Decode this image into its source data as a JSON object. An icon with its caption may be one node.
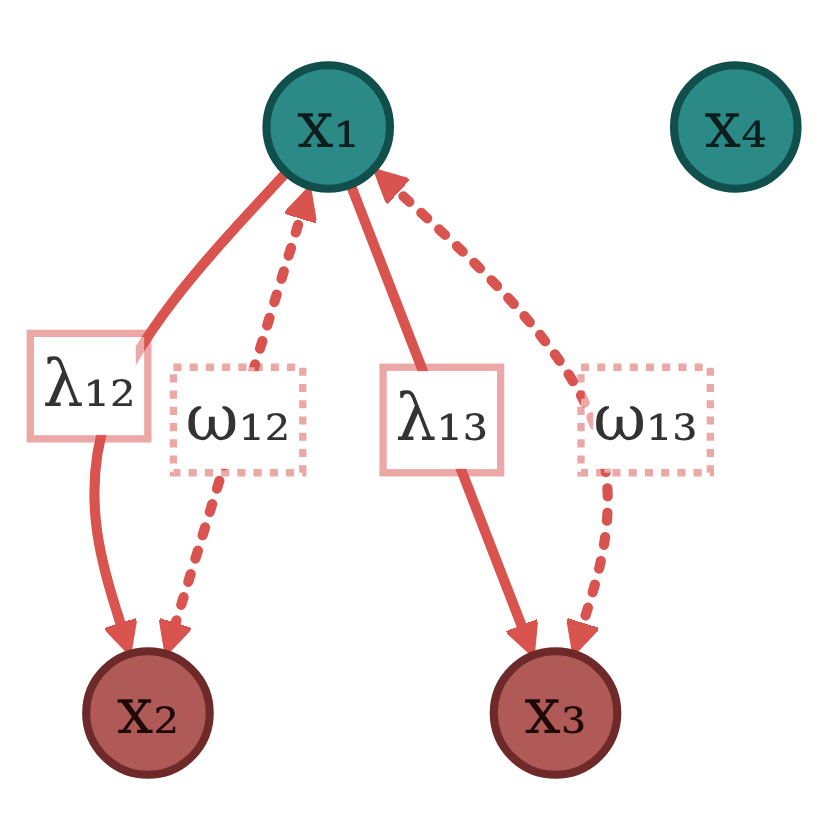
{
  "diagram": {
    "nodes": [
      {
        "text": [
          "x₁"
        ]
      },
      {
        "text": [
          "x₂"
        ]
      },
      {
        "text": [
          "x₃"
        ]
      },
      {
        "text": [
          "x₄"
        ]
      }
    ],
    "edges": [
      {
        "from": 0,
        "to": 1,
        "arrow": "to",
        "label": "λ₁₂"
      },
      {
        "from": 0,
        "to": 2,
        "arrow": "to",
        "label": "λ₁₃"
      },
      {
        "from": 0,
        "to": 1,
        "arrow": "both",
        "style": "dashed",
        "label": "ω₁₂"
      },
      {
        "from": 0,
        "to": 2,
        "arrow": "both",
        "style": "dashed",
        "label": "ω₁₃"
      }
    ]
  }
}
